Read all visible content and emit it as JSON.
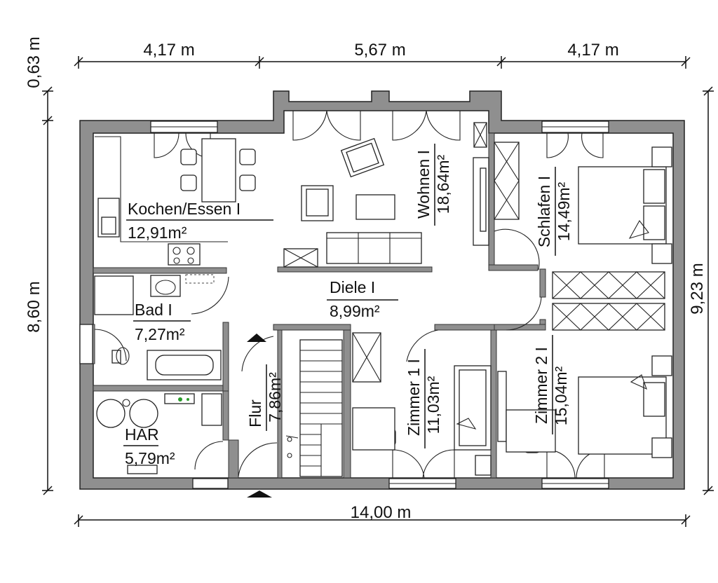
{
  "dimensions": {
    "top_left": "4,17 m",
    "top_middle": "5,67 m",
    "top_right": "4,17 m",
    "bottom_total": "14,00 m",
    "left_small": "0,63 m",
    "left_main": "8,60 m",
    "right_total": "9,23 m"
  },
  "rooms": {
    "kochen": {
      "name": "Kochen/Essen I",
      "area": "12,91m²"
    },
    "wohnen": {
      "name": "Wohnen I",
      "area": "18,64m²"
    },
    "schlafen": {
      "name": "Schlafen I",
      "area": "14,49m²"
    },
    "diele": {
      "name": "Diele I",
      "area": "8,99m²"
    },
    "bad": {
      "name": "Bad I",
      "area": "7,27m²"
    },
    "flur": {
      "name": "Flur",
      "area": "7,86m²"
    },
    "zimmer1": {
      "name": "Zimmer 1 I",
      "area": "11,03m²"
    },
    "zimmer2": {
      "name": "Zimmer 2 I",
      "area": "15,04m²"
    },
    "har": {
      "name": "HAR",
      "area": "5,79m²"
    }
  },
  "colors": {
    "wall": "#8f8f8f",
    "line": "#111111",
    "background": "#ffffff"
  },
  "icons": {
    "entrance_marker": "triangle-up-icon",
    "exit_marker": "triangle-down-icon"
  }
}
